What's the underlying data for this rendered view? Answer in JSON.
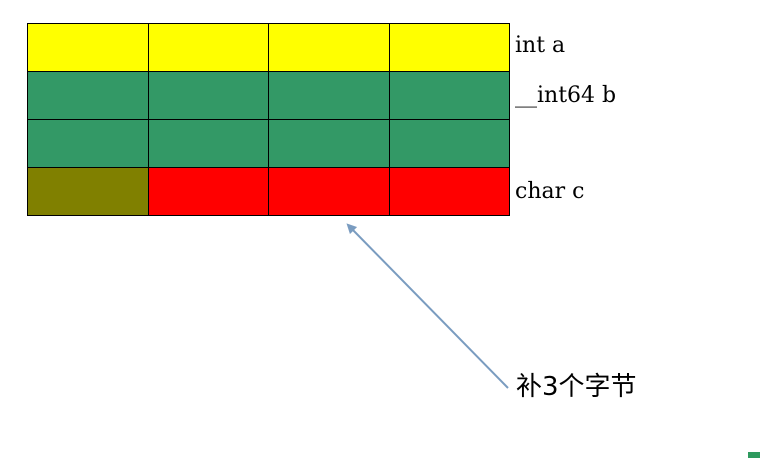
{
  "rows": [
    {
      "label": "int a",
      "cells": [
        "#ffff00",
        "#ffff00",
        "#ffff00",
        "#ffff00"
      ]
    },
    {
      "label": "__int64 b",
      "cells": [
        "#339966",
        "#339966",
        "#339966",
        "#339966"
      ]
    },
    {
      "label": "",
      "cells": [
        "#339966",
        "#339966",
        "#339966",
        "#339966"
      ]
    },
    {
      "label": "char c",
      "cells": [
        "#808000",
        "#ff0000",
        "#ff0000",
        "#ff0000"
      ]
    }
  ],
  "annotation": "补3个字节",
  "colors": {
    "arrow": "#7a9cc0",
    "corner_mark": "#2e9a5e"
  }
}
